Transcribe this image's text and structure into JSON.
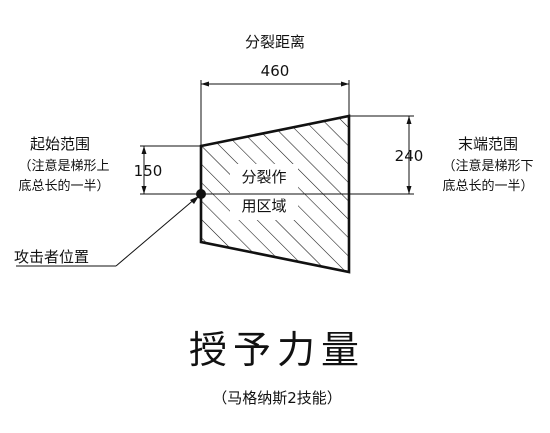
{
  "split_distance_label": "分裂距离",
  "width_value": "460",
  "start_range": {
    "title": "起始范围",
    "note_line1": "（注意是梯形上",
    "note_line2": "底总长的一半）",
    "value": "150"
  },
  "end_range": {
    "title": "末端范围",
    "note_line1": "（注意是梯形下",
    "note_line2": "底总长的一半）",
    "value": "240"
  },
  "zone_label_line1": "分裂作",
  "zone_label_line2": "用区域",
  "attacker_label": "攻击者位置",
  "main_title": "授予力量",
  "subtitle": "（马格纳斯2技能）"
}
